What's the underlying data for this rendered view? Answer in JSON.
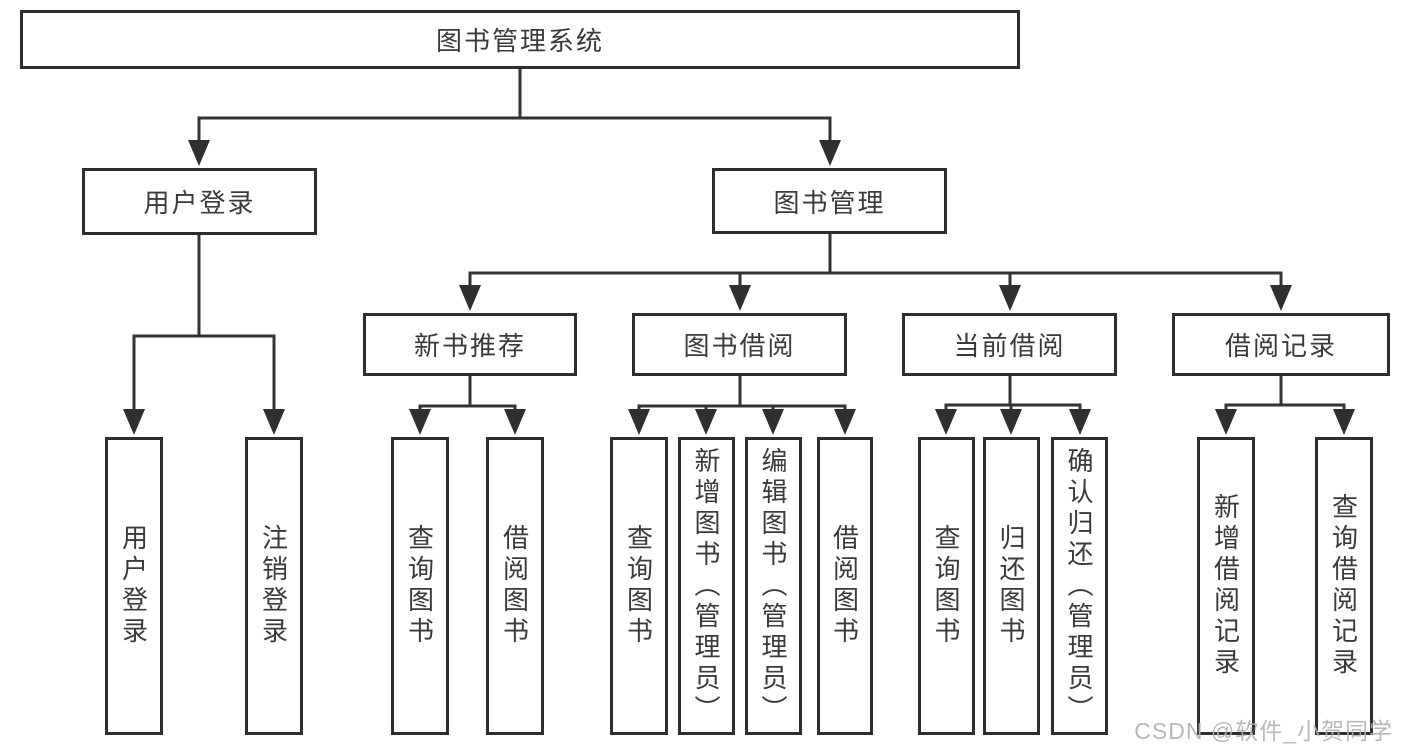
{
  "tree": {
    "root": "图书管理系统",
    "children": [
      {
        "label": "用户登录",
        "children": [
          {
            "label": "用户登录"
          },
          {
            "label": "注销登录"
          }
        ]
      },
      {
        "label": "图书管理",
        "children": [
          {
            "label": "新书推荐",
            "children": [
              {
                "label": "查询图书"
              },
              {
                "label": "借阅图书"
              }
            ]
          },
          {
            "label": "图书借阅",
            "children": [
              {
                "label": "查询图书"
              },
              {
                "label": "新增图书（管理员）"
              },
              {
                "label": "编辑图书（管理员）"
              },
              {
                "label": "借阅图书"
              }
            ]
          },
          {
            "label": "当前借阅",
            "children": [
              {
                "label": "查询图书"
              },
              {
                "label": "归还图书"
              },
              {
                "label": "确认归还（管理员）"
              }
            ]
          },
          {
            "label": "借阅记录",
            "children": [
              {
                "label": "新增借阅记录"
              },
              {
                "label": "查询借阅记录"
              }
            ]
          }
        ]
      }
    ]
  },
  "watermark": {
    "text": "CSDN @软件_小贺同学"
  },
  "colors": {
    "background": "#ffffff",
    "box_border": "#2e2e2e",
    "box_fill": "#ffffff",
    "line": "#333333",
    "arrow": "#2f2f2f",
    "text": "#3a3a3a",
    "watermark": "#b1b1b1"
  }
}
